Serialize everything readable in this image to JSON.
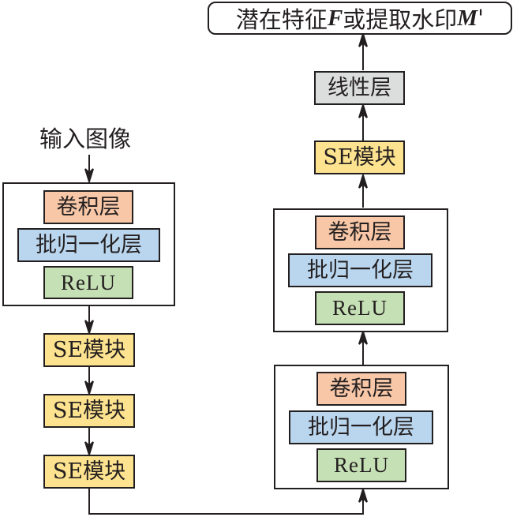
{
  "input_label": "输入图像",
  "output": {
    "prefix": "潜在特征",
    "var1": "F",
    "middle": "或提取水印",
    "var2": "M",
    "suffix": " '"
  },
  "left_block": {
    "conv": "卷积层",
    "bn": "批归一化层",
    "relu": "ReLU"
  },
  "se_blocks": [
    "SE模块",
    "SE模块",
    "SE模块"
  ],
  "right_block_lower": {
    "conv": "卷积层",
    "bn": "批归一化层",
    "relu": "ReLU"
  },
  "right_block_upper": {
    "conv": "卷积层",
    "bn": "批归一化层",
    "relu": "ReLU"
  },
  "right_se": "SE模块",
  "linear": "线性层",
  "colors": {
    "conv": "#f7c7a7",
    "bn": "#bad6ee",
    "relu": "#c5e0b5",
    "se": "#fde38f",
    "linear": "#dcdddd",
    "stroke": "#231f20"
  }
}
